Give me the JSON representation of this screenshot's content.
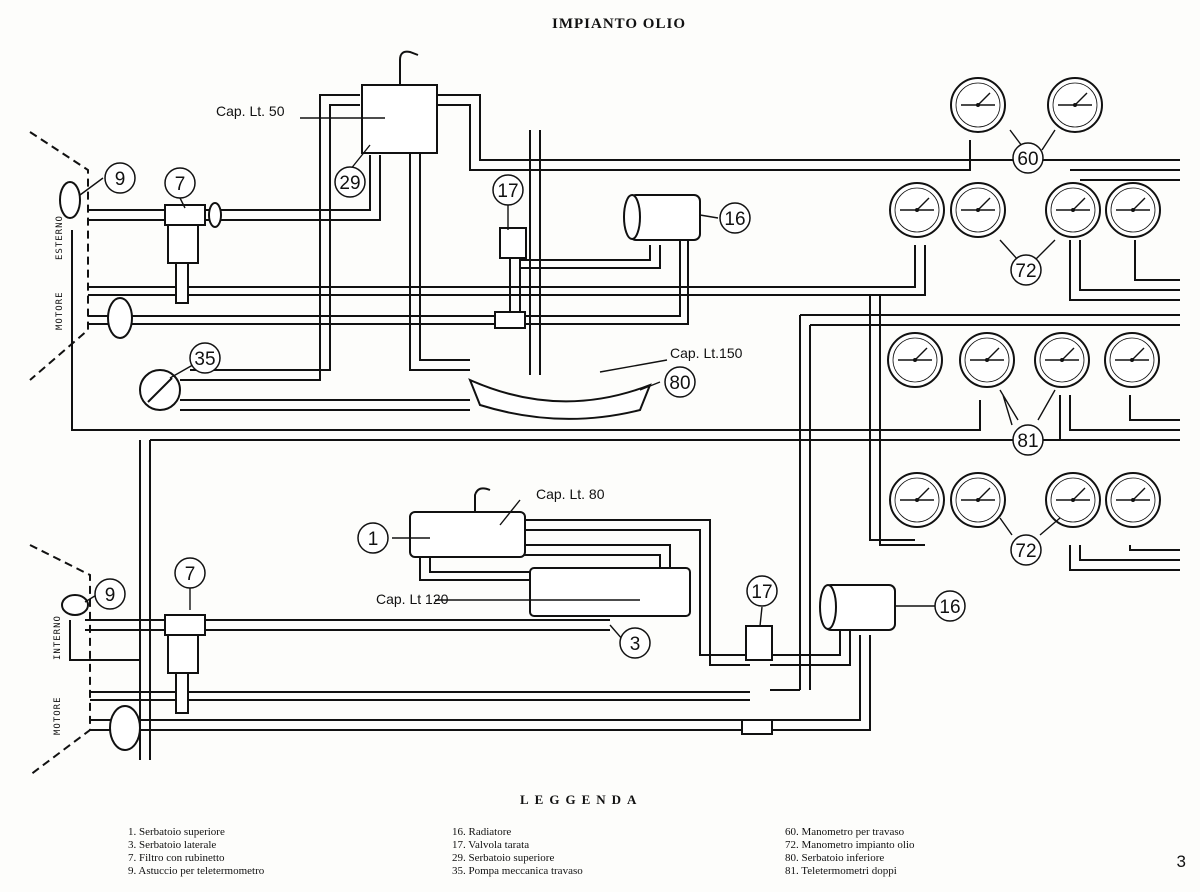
{
  "title": "IMPIANTO OLIO",
  "labels": {
    "cap50": "Cap. Lt. 50",
    "cap150": "Cap. Lt.150",
    "cap80": "Cap. Lt. 80",
    "cap120": "Cap. Lt 120",
    "esterno": "ESTERNO",
    "motore": "MOTORE",
    "interno": "INTERNO"
  },
  "callouts": {
    "n9": "9",
    "n7": "7",
    "n29": "29",
    "n17": "17",
    "n16": "16",
    "n35": "35",
    "n80": "80",
    "n60": "60",
    "n72": "72",
    "n81": "81",
    "n1": "1",
    "n3": "3"
  },
  "legend": {
    "heading": "LEGGENDA",
    "col1": [
      "1. Serbatoio superiore",
      "3. Serbatoio laterale",
      "7. Filtro con rubinetto",
      "9. Astuccio per teletermometro"
    ],
    "col2": [
      "16. Radiatore",
      "17. Valvola tarata",
      "29. Serbatoio superiore",
      "35. Pompa meccanica travaso"
    ],
    "col3": [
      "60. Manometro per travaso",
      "72. Manometro impianto olio",
      "80. Serbatoio inferiore",
      "81. Teletermometri doppi"
    ]
  },
  "page_number": "3"
}
